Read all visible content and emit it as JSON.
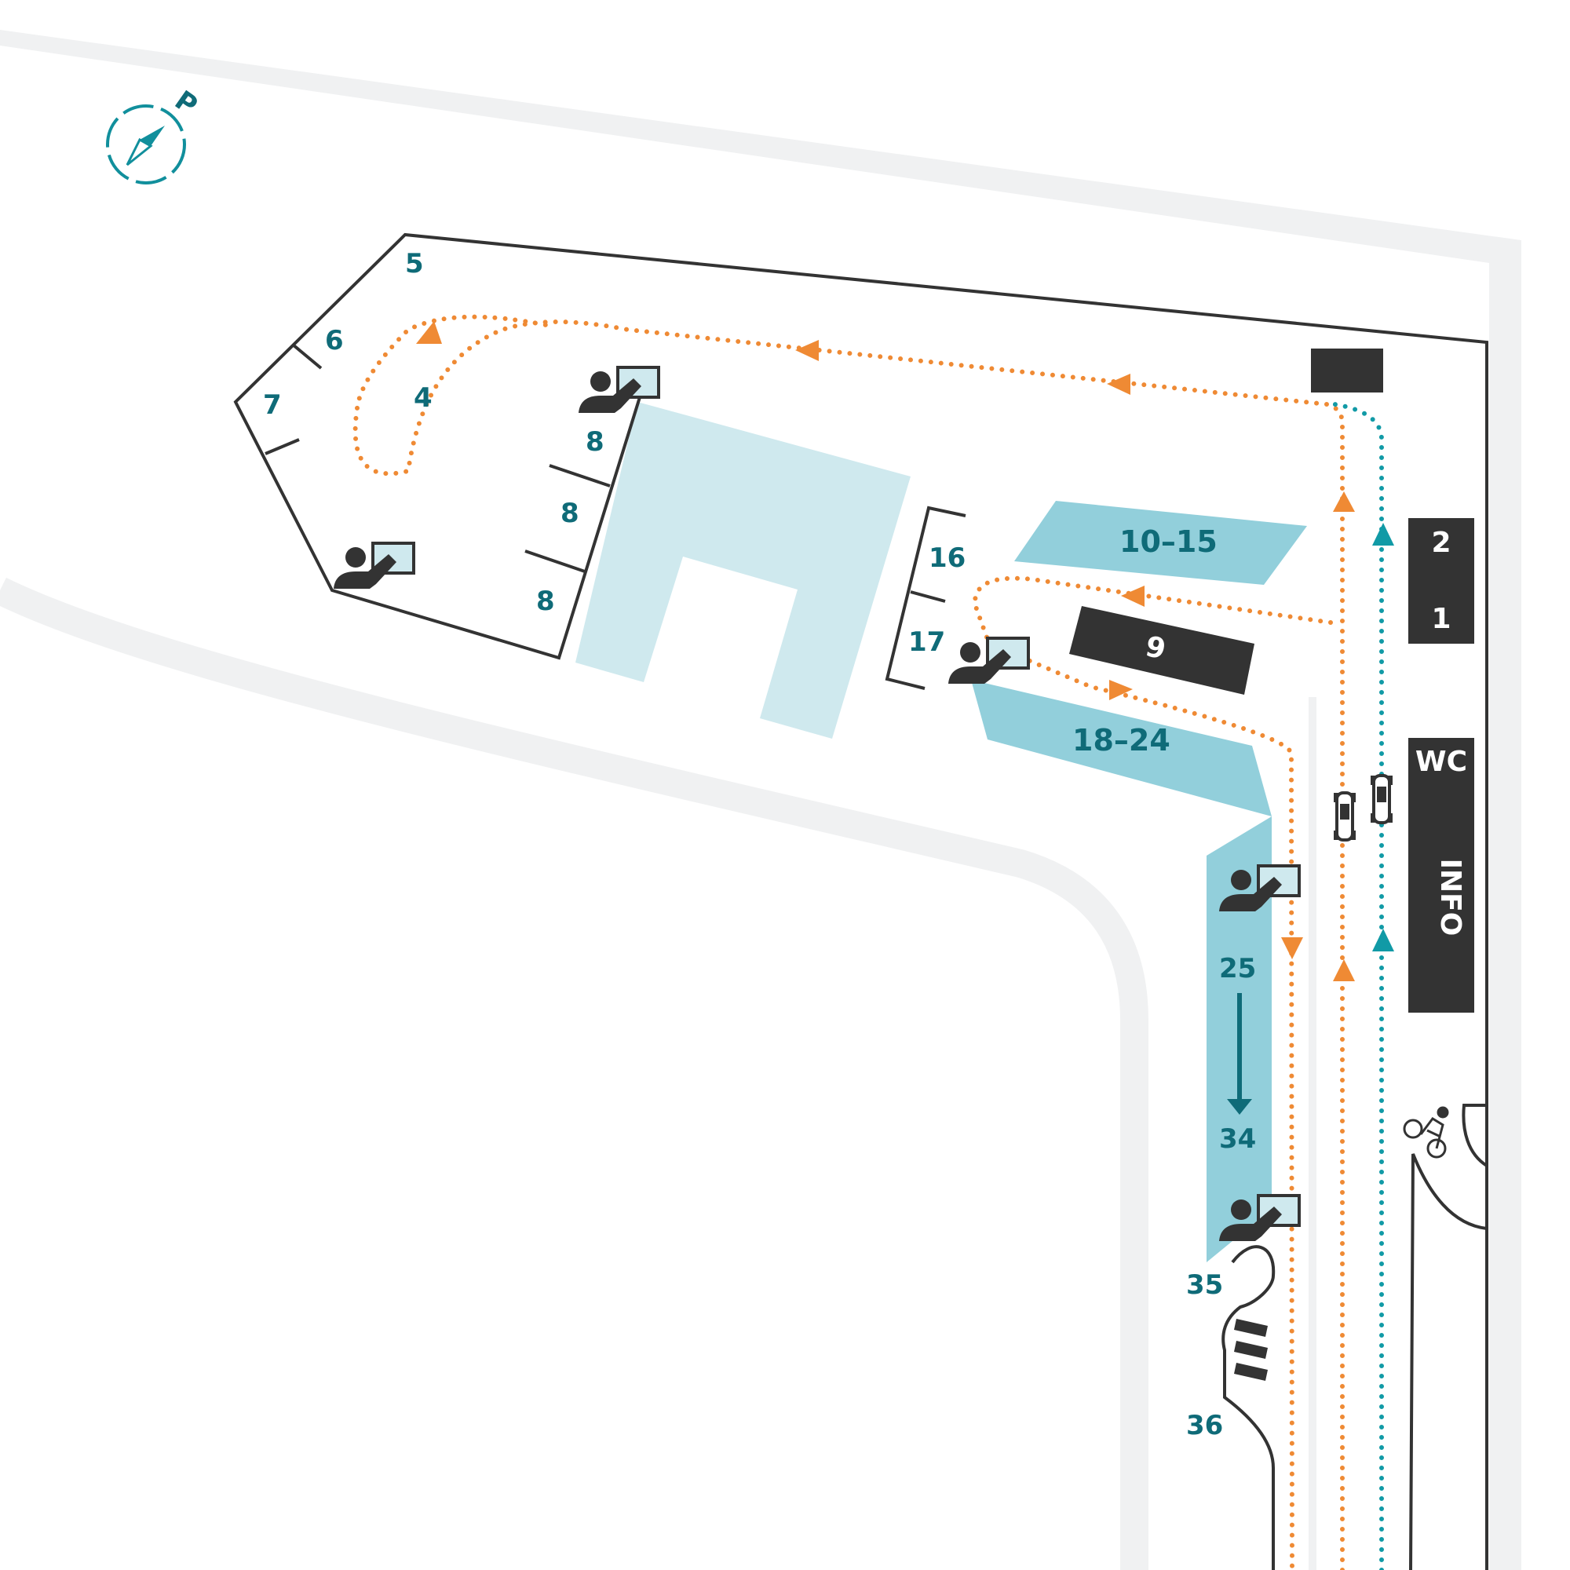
{
  "map": {
    "colors": {
      "road": "#f0f1f2",
      "outline": "#333333",
      "light_zone": "#cfe9ee",
      "zone": "#92cfdb",
      "dark_block": "#333333",
      "label": "#0f6b78",
      "orange_route": "#ef8a34",
      "teal_route": "#119aa6",
      "compass": "#118f9c"
    },
    "compass": {
      "label": "P",
      "icon": "compass-icon"
    },
    "labels": {
      "s5": "5",
      "s6": "6",
      "s7": "7",
      "s4": "4",
      "s8a": "8",
      "s8b": "8",
      "s8c": "8",
      "s16": "16",
      "s17": "17",
      "z10_15": "10–15",
      "z18_24": "18–24",
      "s25": "25",
      "s34": "34",
      "s35": "35",
      "s36": "36"
    },
    "dark_blocks": {
      "b9": "9",
      "b2": "2",
      "b1": "1",
      "wc": "WC",
      "info": "INFO"
    },
    "icons": {
      "station": "person-at-screen-icon",
      "car": "car-icon",
      "bicycle": "bicycle-icon",
      "arrow": "down-arrow-icon"
    }
  }
}
